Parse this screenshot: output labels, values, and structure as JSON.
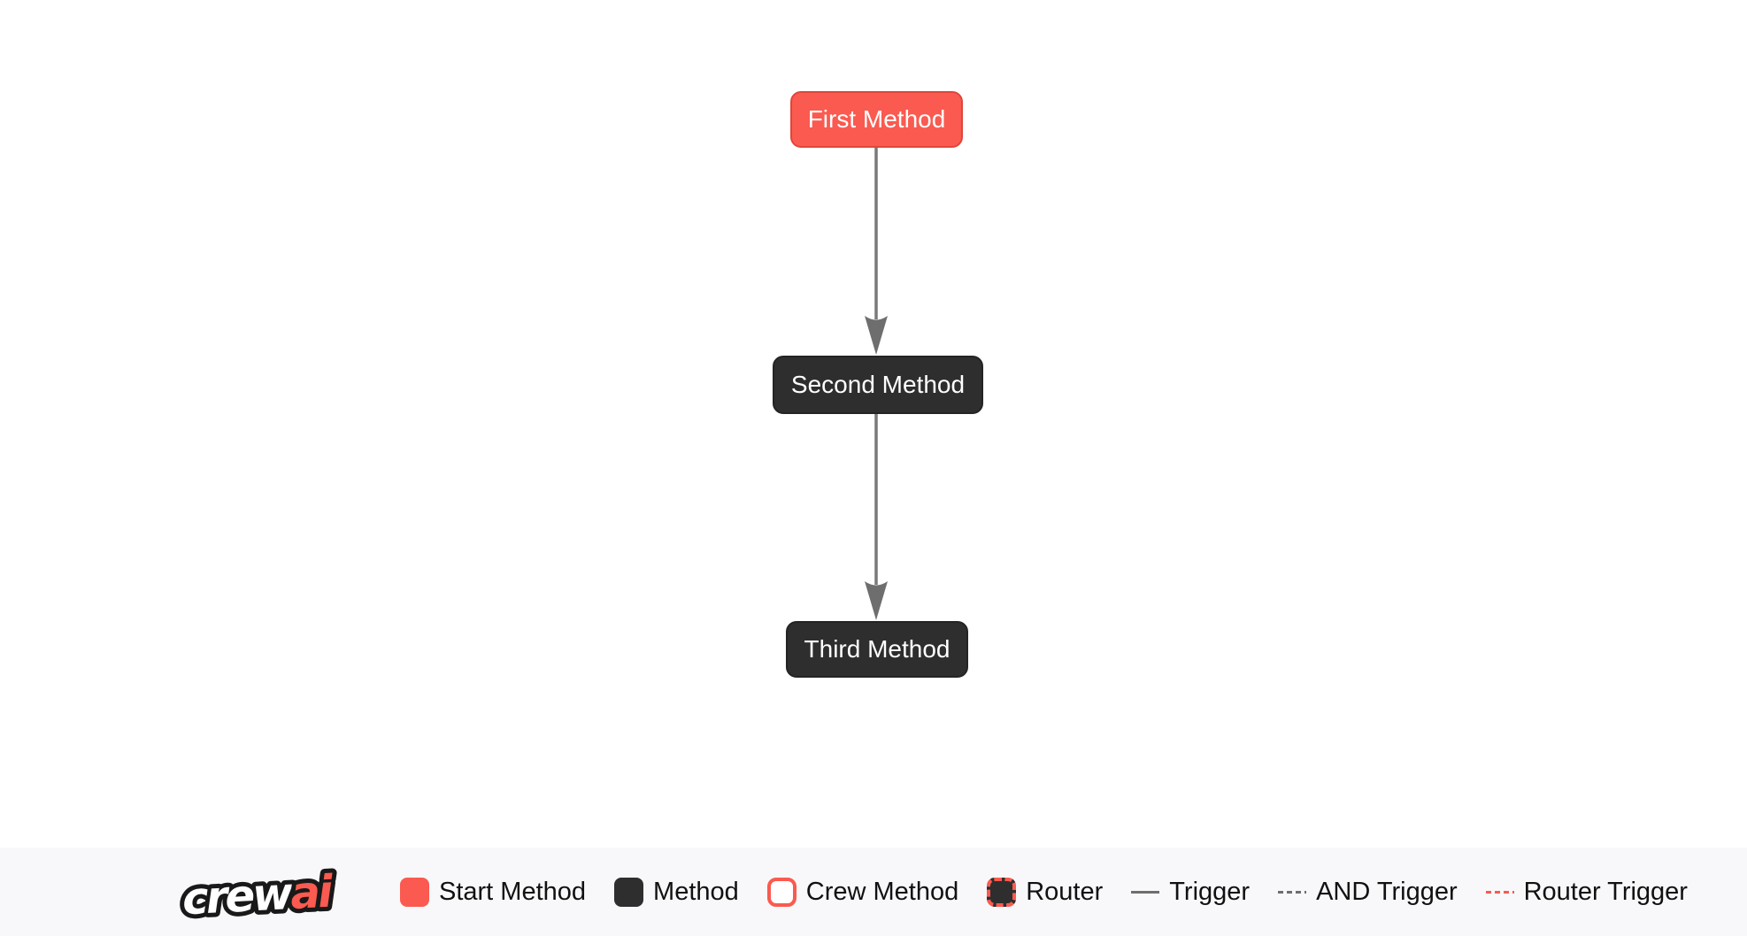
{
  "colors": {
    "start_method_red": "#FA5A50",
    "method_dark": "#2E2E2E",
    "trigger_gray": "#6E6E6E",
    "footer_background": "#F8F8FA",
    "canvas_background": "#FFFFFF"
  },
  "flow": {
    "nodes": [
      {
        "label": "First Method",
        "type": "start-method"
      },
      {
        "label": "Second Method",
        "type": "method"
      },
      {
        "label": "Third Method",
        "type": "method"
      }
    ],
    "edges": [
      {
        "from": "First Method",
        "to": "Second Method",
        "type": "trigger"
      },
      {
        "from": "Second Method",
        "to": "Third Method",
        "type": "trigger"
      }
    ]
  },
  "footer": {
    "logo_text_primary": "crew",
    "logo_text_accent": "ai",
    "legend": [
      {
        "label": "Start Method",
        "swatch": "start-method-swatch"
      },
      {
        "label": "Method",
        "swatch": "method-swatch"
      },
      {
        "label": "Crew Method",
        "swatch": "crew-method-swatch"
      },
      {
        "label": "Router",
        "swatch": "router-swatch"
      },
      {
        "label": "Trigger",
        "swatch": "trigger-line"
      },
      {
        "label": "AND Trigger",
        "swatch": "and-trigger-line"
      },
      {
        "label": "Router Trigger",
        "swatch": "router-trigger-line"
      }
    ]
  }
}
